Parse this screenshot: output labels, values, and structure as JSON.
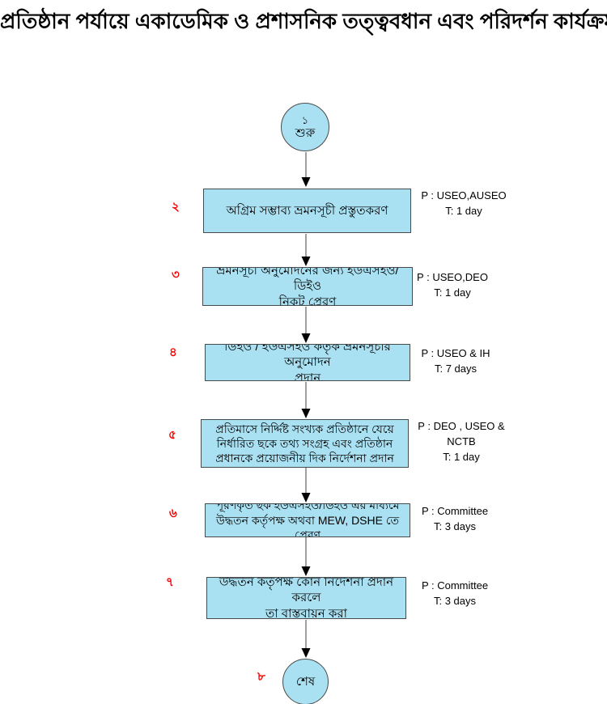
{
  "title": "প্রতিষ্ঠান পর্যায়ে একাডেমিক ও প্রশাসনিক তত্ত্ববধান এবং পরিদর্শন কার্যক্রম ধাপসমূহ",
  "colors": {
    "node_fill": "#AAE1F2",
    "node_border": "#4A4A4A",
    "step_number_red": "#FF0000",
    "text": "#000000",
    "background": "#FFFFFF"
  },
  "flow": {
    "start": {
      "number": "১",
      "label": "শুরু"
    },
    "steps": [
      {
        "number": "২",
        "lines": [
          "অগ্রিম সম্ভাব্য ভ্রমনসূচী প্রস্তুতকরণ"
        ],
        "annotation": [
          "P : USEO,AUSEO",
          "T: 1 day"
        ]
      },
      {
        "number": "৩",
        "lines": [
          "ভ্রমনসূচী অনুমোদনের জন্য ইউএসইও/ডিইও",
          "নিকট  প্রেরণ"
        ],
        "annotation": [
          "P : USEO,DEO",
          "T: 1 day"
        ]
      },
      {
        "number": "৪",
        "lines": [
          "ডিইও / ইউএসইও কর্তৃক ভ্রমনসূচীর অনুমোদন",
          "প্রদান"
        ],
        "annotation": [
          "P : USEO & IH",
          "T: 7 days"
        ]
      },
      {
        "number": "৫",
        "lines": [
          "প্রতিমাসে নির্দ্দিষ্ট সংখ্যক প্রতিষ্ঠানে যেয়ে",
          "নির্ধারিত ছকে তথ্য সংগ্রহ এবং প্রতিষ্ঠান",
          "প্রধানকে প্রয়োজনীয় দিক নির্দেশনা প্রদান"
        ],
        "annotation": [
          "P : DEO , USEO &",
          "NCTB",
          "T: 1 day"
        ]
      },
      {
        "number": "৬",
        "lines": [
          "পূরণকৃত ছক ইউএসইও/ডিইও  এর মাধ্যমে",
          "উদ্ধতন কর্তৃপক্ষ অথবা MEW, DSHE তে প্রেরণ"
        ],
        "annotation": [
          "P : Committee",
          "T: 3 days"
        ]
      },
      {
        "number": "৭",
        "lines": [
          "উদ্ধর্তন কর্তৃপক্ষ কোন নির্দেশনা প্রদান করলে",
          "তা বাস্তবায়ন করা"
        ],
        "annotation": [
          "P : Committee",
          "T: 3 days"
        ]
      }
    ],
    "end": {
      "number": "৮",
      "label": "শেষ"
    }
  }
}
